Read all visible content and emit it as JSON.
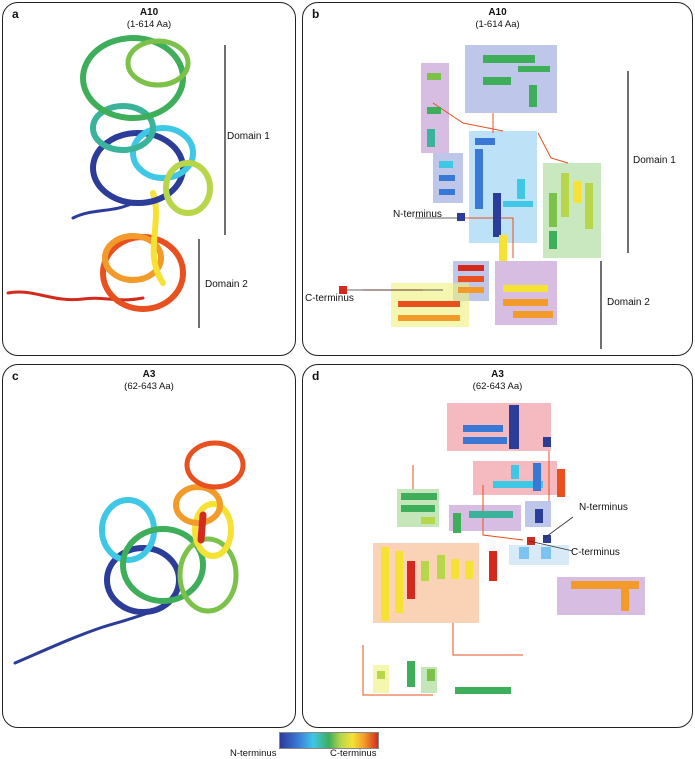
{
  "panels": {
    "a": {
      "label": "a",
      "title": "A10",
      "range": "(1-614 Aa)",
      "domain1": "Domain 1",
      "domain2": "Domain 2"
    },
    "b": {
      "label": "b",
      "title": "A10",
      "range": "(1-614 Aa)",
      "domain1": "Domain 1",
      "domain2": "Domain 2",
      "n_term": "N-terminus",
      "c_term": "C-terminus"
    },
    "c": {
      "label": "c",
      "title": "A3",
      "range": "(62-643 Aa)"
    },
    "d": {
      "label": "d",
      "title": "A3",
      "range": "(62-643 Aa)",
      "n_term": "N-terminus",
      "c_term": "C-terminus"
    }
  },
  "colorbar": {
    "left_label": "N-terminus",
    "right_label": "C-terminus",
    "colors": [
      "#2b3c99",
      "#3a78d6",
      "#3fc7e6",
      "#3fae5b",
      "#b7d64a",
      "#f5e235",
      "#f29b2a",
      "#d42a1e"
    ]
  },
  "icons": [
    "protein-structure-icon",
    "topology-diagram-icon",
    "colorbar-gradient-icon"
  ]
}
